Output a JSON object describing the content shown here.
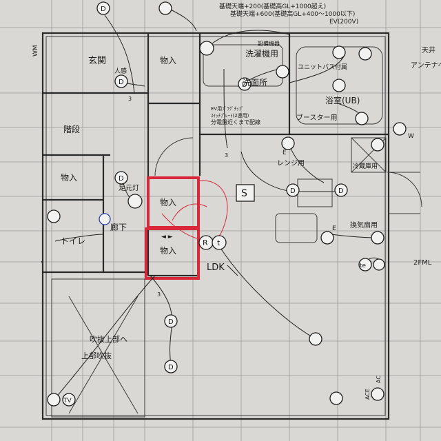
{
  "header_notes": {
    "line1": "基礎天端+200(基礎高GL+1000超え)",
    "line2": "基礎天端+600(基礎高GL+400～1000以下)",
    "line3": "EV(200V)"
  },
  "rooms": {
    "genkan": "玄関",
    "monoire_top": "物入",
    "sentaku": "洗濯機用",
    "senmen": "洗面所",
    "yokushitsu": "浴室(UB)",
    "unitbath": "ユニットバス付属",
    "kaidan": "階段",
    "monoire_left": "物入",
    "monoire_center": "物入",
    "monoire_red": "物入",
    "toire": "トイレ",
    "rouka": "廊下",
    "ldk": "LDK",
    "fukinuke_he": "吹抜上部へ",
    "fukinuke": "上部吹抜"
  },
  "notes": {
    "ev_note1": "EV用ﾌﾟﾗｸﾞﾁｯﾌﾟ",
    "ev_note2": "ｽｲｯﾁﾌﾟﾚｰﾄ(2連用)",
    "ev_note3": "分電盤近くまで配線",
    "jinkan": "人感",
    "setsubi": "設備機器",
    "booster": "ブースター用",
    "renji": "レンジ用",
    "reizouko": "冷蔵庫用",
    "kanki": "換気扇用",
    "ashimoto": "足元灯",
    "antenna": "アンテナへ",
    "tenjo": "天井",
    "floor2": "2FML"
  },
  "labels": {
    "wm": "WM",
    "s": "S",
    "e": "E",
    "w": "W",
    "ace": "ACE",
    "ac": "AC",
    "tv": "TV",
    "r": "R",
    "t": "t",
    "te": "te",
    "d": "D",
    "three": "3",
    "arrows": "◄ ►"
  },
  "colors": {
    "paper": "#d9d8d4",
    "ink": "#1c1c1c",
    "markup_red": "#d8283a",
    "blue_mark": "#2b3fb0"
  }
}
